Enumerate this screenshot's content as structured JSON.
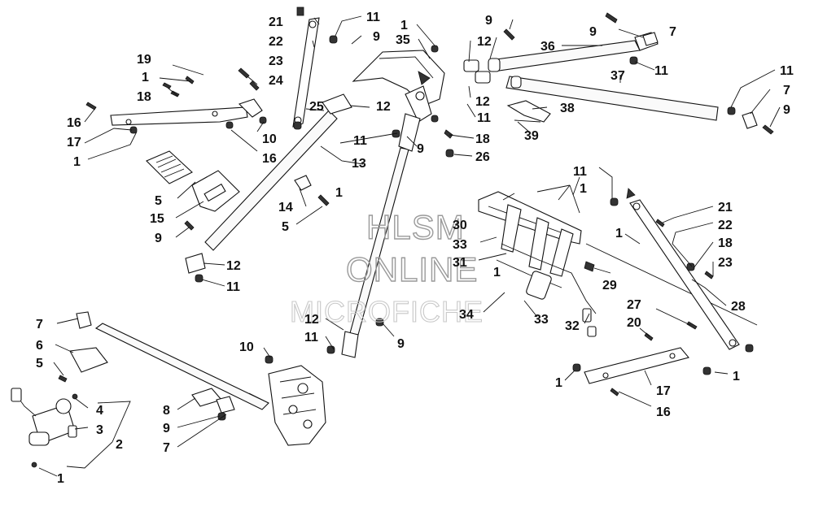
{
  "watermark": {
    "line1": "HLSM",
    "line2": "ONLINE",
    "line3": "MICROFICHE"
  },
  "callouts": [
    {
      "n": "1"
    },
    {
      "n": "1"
    },
    {
      "n": "1"
    },
    {
      "n": "1"
    },
    {
      "n": "1"
    },
    {
      "n": "1"
    },
    {
      "n": "1"
    },
    {
      "n": "1"
    },
    {
      "n": "1"
    },
    {
      "n": "1"
    },
    {
      "n": "2"
    },
    {
      "n": "3"
    },
    {
      "n": "4"
    },
    {
      "n": "5"
    },
    {
      "n": "5"
    },
    {
      "n": "5"
    },
    {
      "n": "6"
    },
    {
      "n": "7"
    },
    {
      "n": "7"
    },
    {
      "n": "7"
    },
    {
      "n": "7"
    },
    {
      "n": "8"
    },
    {
      "n": "9"
    },
    {
      "n": "9"
    },
    {
      "n": "9"
    },
    {
      "n": "9"
    },
    {
      "n": "9"
    },
    {
      "n": "9"
    },
    {
      "n": "9"
    },
    {
      "n": "9"
    },
    {
      "n": "10"
    },
    {
      "n": "10"
    },
    {
      "n": "11"
    },
    {
      "n": "11"
    },
    {
      "n": "11"
    },
    {
      "n": "11"
    },
    {
      "n": "11"
    },
    {
      "n": "11"
    },
    {
      "n": "11"
    },
    {
      "n": "11"
    },
    {
      "n": "12"
    },
    {
      "n": "12"
    },
    {
      "n": "12"
    },
    {
      "n": "12"
    },
    {
      "n": "12"
    },
    {
      "n": "13"
    },
    {
      "n": "14"
    },
    {
      "n": "15"
    },
    {
      "n": "16"
    },
    {
      "n": "16"
    },
    {
      "n": "16"
    },
    {
      "n": "17"
    },
    {
      "n": "17"
    },
    {
      "n": "18"
    },
    {
      "n": "18"
    },
    {
      "n": "18"
    },
    {
      "n": "19"
    },
    {
      "n": "20"
    },
    {
      "n": "21"
    },
    {
      "n": "21"
    },
    {
      "n": "22"
    },
    {
      "n": "22"
    },
    {
      "n": "23"
    },
    {
      "n": "23"
    },
    {
      "n": "24"
    },
    {
      "n": "25"
    },
    {
      "n": "26"
    },
    {
      "n": "27"
    },
    {
      "n": "28"
    },
    {
      "n": "29"
    },
    {
      "n": "30"
    },
    {
      "n": "31"
    },
    {
      "n": "32"
    },
    {
      "n": "33"
    },
    {
      "n": "33"
    },
    {
      "n": "34"
    },
    {
      "n": "35"
    },
    {
      "n": "36"
    },
    {
      "n": "37"
    },
    {
      "n": "38"
    },
    {
      "n": "39"
    }
  ]
}
